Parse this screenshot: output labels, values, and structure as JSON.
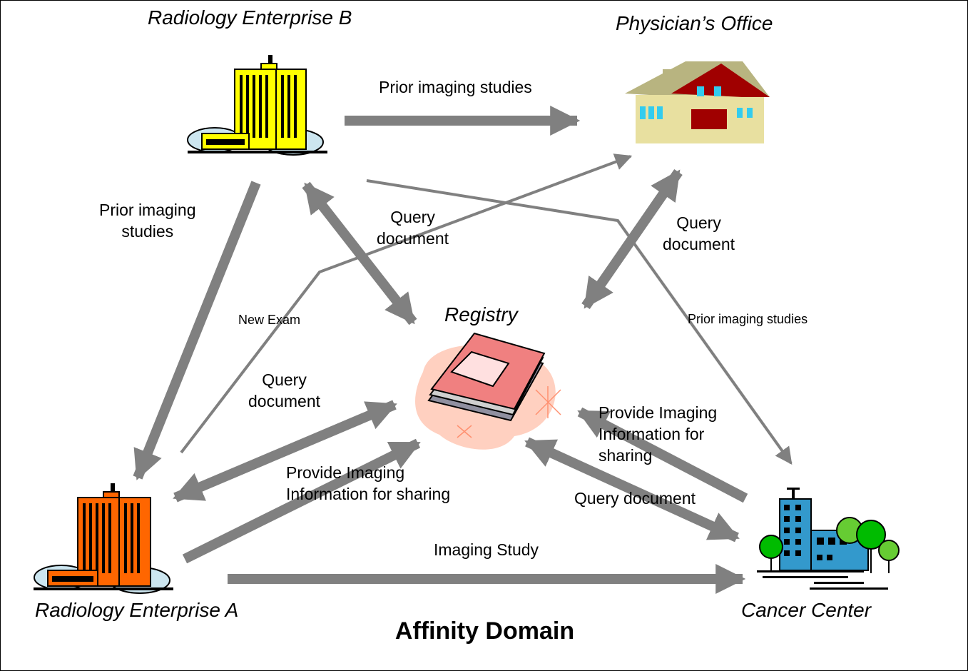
{
  "diagram": {
    "title": "Affinity Domain",
    "nodes": {
      "ent_b": "Radiology Enterprise B",
      "physician": "Physician’s Office",
      "registry": "Registry",
      "ent_a": "Radiology Enterprise A",
      "cancer": "Cancer Center"
    },
    "edge_labels": {
      "b_to_phys": "Prior imaging studies",
      "b_to_a": [
        "Prior imaging",
        "studies"
      ],
      "a_to_phys": "New Exam",
      "b_registry_query": [
        "Query",
        "document"
      ],
      "phys_registry_query": [
        "Query",
        "document"
      ],
      "b_to_cancer": "Prior imaging studies",
      "a_registry_query": [
        "Query",
        "document"
      ],
      "a_provide": [
        "Provide Imaging",
        "Information for sharing"
      ],
      "cancer_provide": [
        "Provide Imaging",
        "Information for",
        "sharing"
      ],
      "cancer_registry_query": "Query document",
      "a_to_cancer": "Imaging Study"
    },
    "colors": {
      "arrow": "#808080",
      "ent_b_building": "#ffff00",
      "ent_a_building": "#ff6600",
      "house_wall": "#e8e0a0",
      "house_roof": "#a00000",
      "registry_book": "#f08080",
      "registry_blob": "#ffd0c0",
      "cancer_building": "#3399cc",
      "tree": "#66cc33"
    }
  }
}
